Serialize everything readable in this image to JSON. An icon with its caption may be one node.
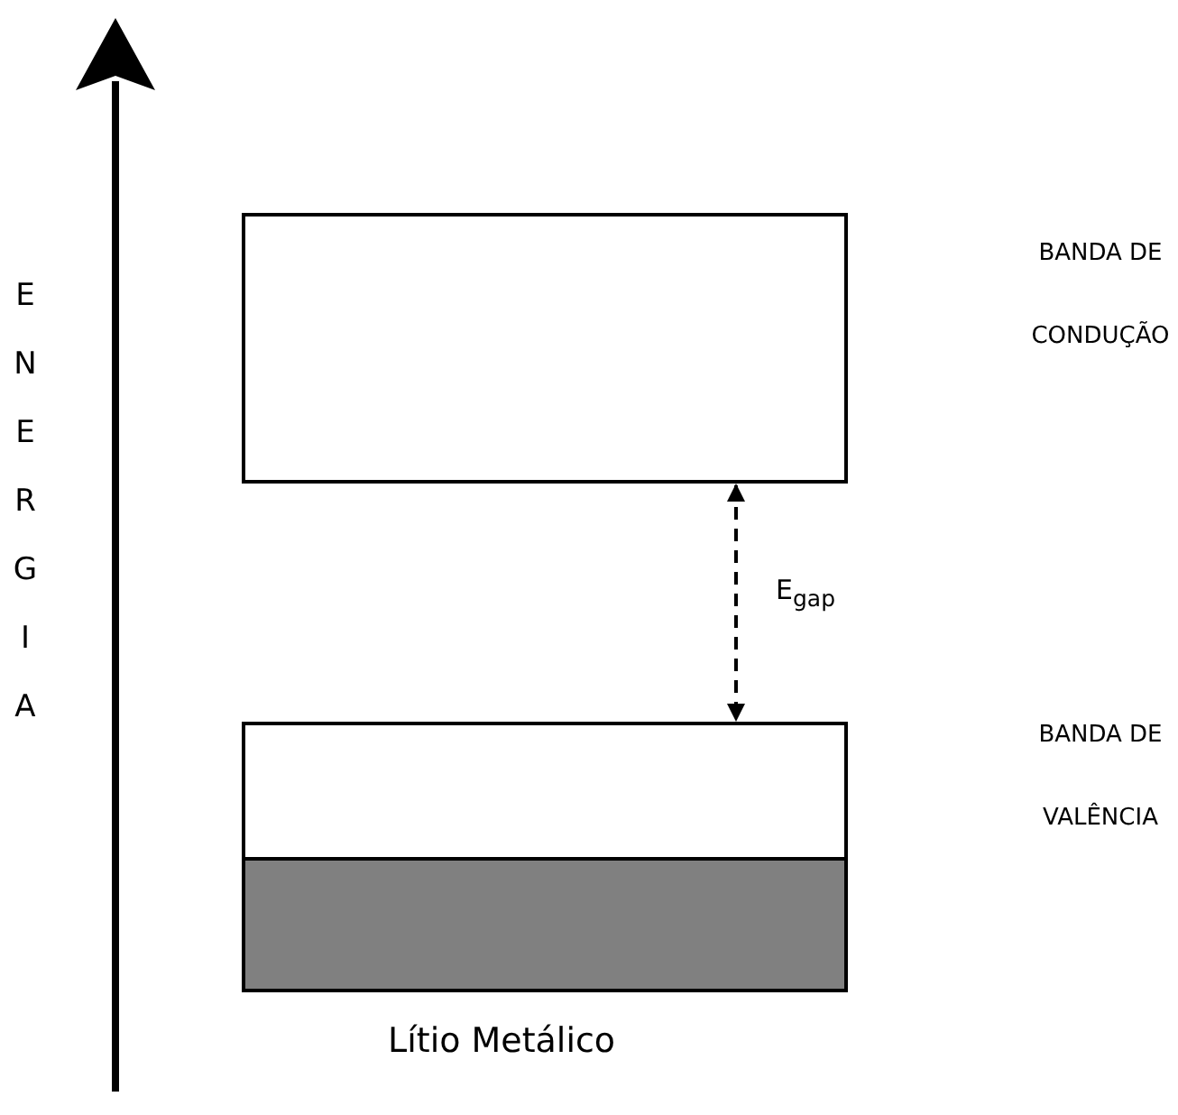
{
  "diagram": {
    "caption": "Lítio Metálico",
    "nodes": [
      {
        "text": [],
        "shape": "box"
      },
      {
        "text": [],
        "shape": "box"
      },
      {
        "text": [],
        "shape": "box",
        "in": 1
      }
    ],
    "edges": [
      {
        "from": 0,
        "to": 1,
        "arrow": "both",
        "style": "dashed",
        "label": "E$_{gap}$"
      }
    ],
    "labels": [
      "ENERGIA",
      "BANDA DE CONDUÇÃO",
      "BANDA DE VALÊNCIA"
    ]
  }
}
